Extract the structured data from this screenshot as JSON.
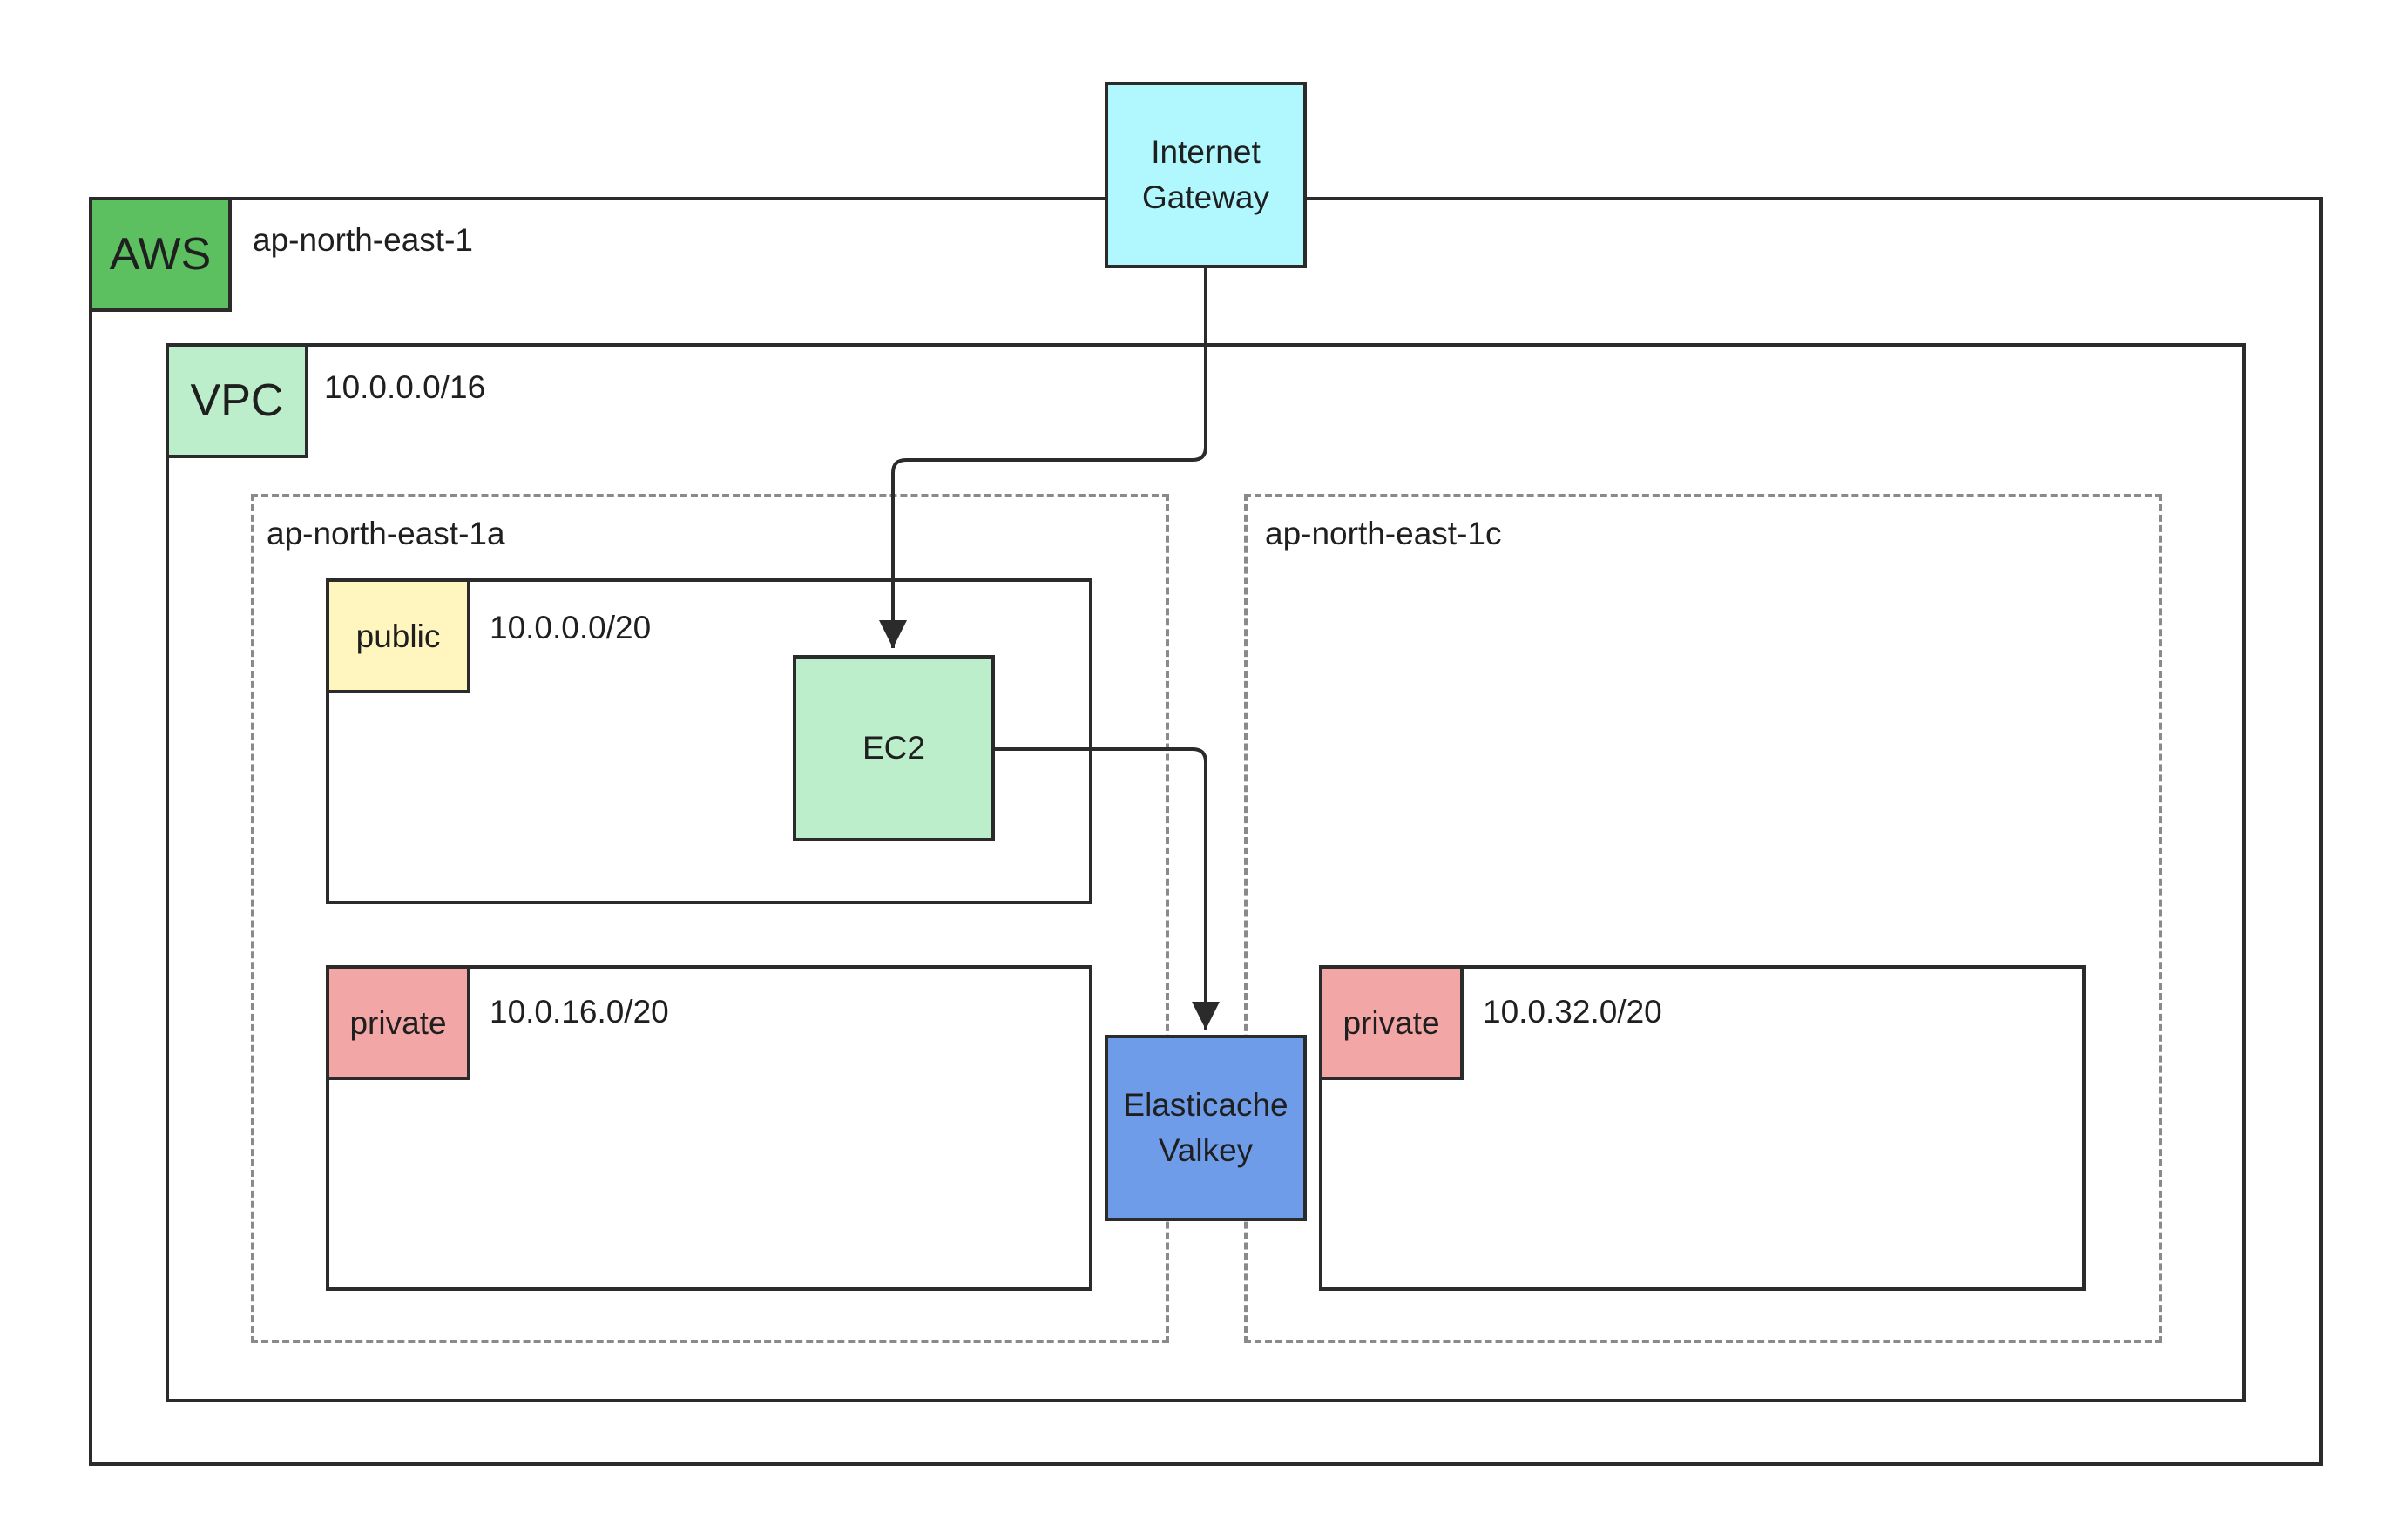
{
  "aws": {
    "tag": "AWS",
    "region": "ap-north-east-1"
  },
  "vpc": {
    "tag": "VPC",
    "cidr": "10.0.0.0/16"
  },
  "az_a": {
    "name": "ap-north-east-1a",
    "public_subnet": {
      "tag": "public",
      "cidr": "10.0.0.0/20"
    },
    "private_subnet": {
      "tag": "private",
      "cidr": "10.0.16.0/20"
    }
  },
  "az_c": {
    "name": "ap-north-east-1c",
    "private_subnet": {
      "tag": "private",
      "cidr": "10.0.32.0/20"
    }
  },
  "nodes": {
    "internet_gateway": {
      "line1": "Internet",
      "line2": "Gateway"
    },
    "ec2": {
      "label": "EC2"
    },
    "elasticache": {
      "line1": "Elasticache",
      "line2": "Valkey"
    }
  },
  "edges": [
    {
      "from": "Internet Gateway",
      "to": "EC2"
    },
    {
      "from": "EC2",
      "to": "Elasticache Valkey"
    }
  ],
  "colors": {
    "aws_tag": "#5cbf60",
    "vpc_tag": "#bdeecb",
    "public_tag": "#fff6bf",
    "private_tag": "#f2a6a6",
    "internet_gateway": "#b0f8fd",
    "ec2": "#bdeecb",
    "elasticache": "#6f9ce8",
    "border": "#2b2b2b",
    "dashed_border": "#8a8a8a"
  }
}
